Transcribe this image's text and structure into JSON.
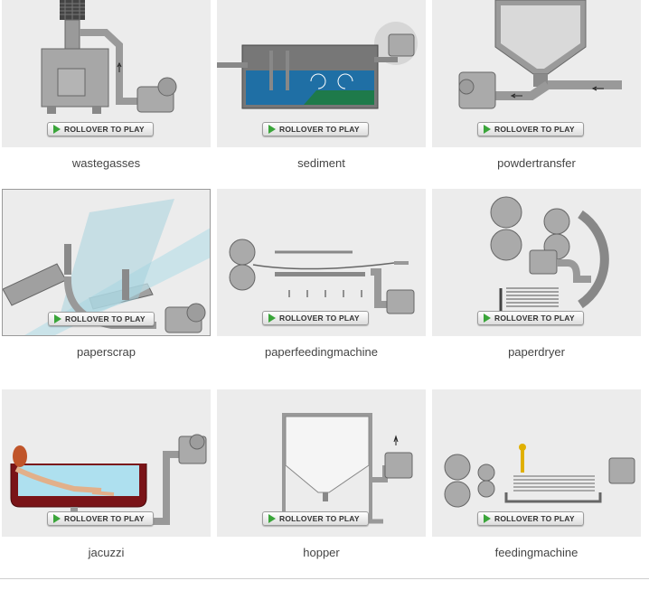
{
  "tiles": [
    {
      "id": "wastegasses",
      "caption": "wastegasses",
      "button": "ROLLOVER TO PLAY"
    },
    {
      "id": "sediment",
      "caption": "sediment",
      "button": "ROLLOVER TO PLAY"
    },
    {
      "id": "powdertransfer",
      "caption": "powdertransfer",
      "button": "ROLLOVER TO PLAY"
    },
    {
      "id": "paperscrap",
      "caption": "paperscrap",
      "button": "ROLLOVER TO PLAY"
    },
    {
      "id": "paperfeedingmachine",
      "caption": "paperfeedingmachine",
      "button": "ROLLOVER TO PLAY"
    },
    {
      "id": "paperdryer",
      "caption": "paperdryer",
      "button": "ROLLOVER TO PLAY"
    },
    {
      "id": "jacuzzi",
      "caption": "jacuzzi",
      "button": "ROLLOVER TO PLAY"
    },
    {
      "id": "hopper",
      "caption": "hopper",
      "button": "ROLLOVER TO PLAY"
    },
    {
      "id": "feedingmachine",
      "caption": "feedingmachine",
      "button": "ROLLOVER TO PLAY"
    }
  ],
  "colors": {
    "tile_background": "#ececec",
    "play_icon": "#3aa53a",
    "water": "#1f6fa5",
    "sediment_green": "#1e7a4a",
    "tub": "#7a1418"
  }
}
